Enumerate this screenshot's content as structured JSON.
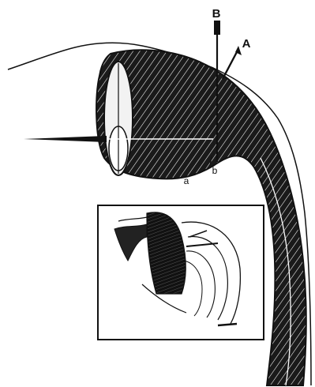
{
  "figure": {
    "labels": {
      "B": "B",
      "A": "A",
      "a": "a",
      "b": "b"
    },
    "colors": {
      "ink": "#111111",
      "paper": "#ffffff"
    },
    "inset": {
      "present": true
    }
  }
}
